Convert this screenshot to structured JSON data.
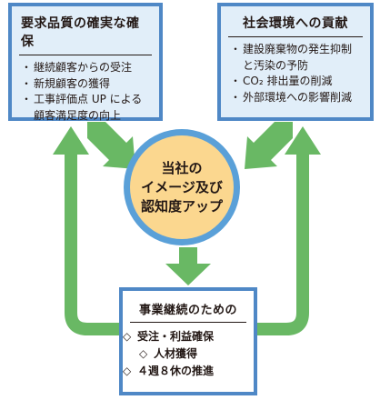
{
  "left_box": {
    "title": "要求品質の確実な確保",
    "items": [
      "継続顧客からの受注",
      "新規顧客の獲得",
      "工事評価点 UP による",
      "顧客満足度の向上"
    ]
  },
  "right_box": {
    "title": "社会環境への貢献",
    "items": [
      "建設廃棄物の発生抑制",
      "と汚染の予防",
      "CO₂ 排出量の削減",
      "外部環境への影響削減"
    ]
  },
  "center": {
    "lines": [
      "当社の",
      "イメージ及び",
      "認知度アップ"
    ]
  },
  "bottom_box": {
    "title": "事業継続のための",
    "items": [
      "受注・利益確保",
      "人材獲得",
      "４週８休の推進"
    ]
  },
  "symbols": {
    "bullet": "・",
    "diamond": "◇"
  },
  "colors": {
    "arrow_green": "#69b864",
    "box_border_blue": "#4f88c6",
    "box_fill": "#e1eef9",
    "circle_fill": "#fbd78f",
    "circle_ring": "#5aa0d8"
  }
}
